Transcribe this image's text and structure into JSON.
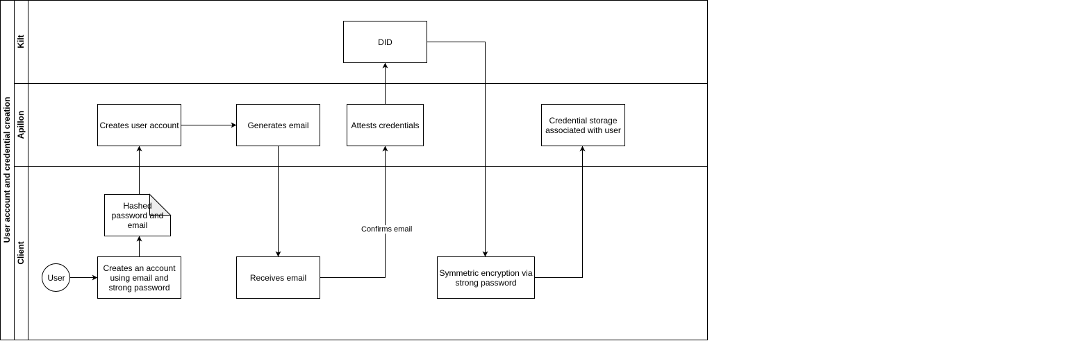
{
  "pool": {
    "title": "User account and credential creation"
  },
  "lanes": [
    {
      "id": "kilt",
      "title": "Kilt"
    },
    {
      "id": "apillon",
      "title": "Apillon"
    },
    {
      "id": "client",
      "title": "Client"
    }
  ],
  "nodes": {
    "did": {
      "label": "DID",
      "lane": "kilt",
      "shape": "rect"
    },
    "create_account": {
      "label": "Creates user account",
      "lane": "apillon",
      "shape": "rect"
    },
    "generate_email": {
      "label": "Generates email",
      "lane": "apillon",
      "shape": "rect"
    },
    "attest": {
      "label": "Attests credentials",
      "lane": "apillon",
      "shape": "rect"
    },
    "storage": {
      "label": "Credential storage associated with user",
      "lane": "apillon",
      "shape": "rect"
    },
    "user": {
      "label": "User",
      "lane": "client",
      "shape": "circle"
    },
    "client_create": {
      "label": "Creates an account using email and strong password",
      "lane": "client",
      "shape": "rect"
    },
    "hashed": {
      "label": "Hashed password and email",
      "lane": "client",
      "shape": "document"
    },
    "receive_email": {
      "label": "Receives email",
      "lane": "client",
      "shape": "rect"
    },
    "encrypt": {
      "label": "Symmetric encryption via strong password",
      "lane": "client",
      "shape": "rect"
    }
  },
  "edges": [
    {
      "from": "user",
      "to": "client_create",
      "label": ""
    },
    {
      "from": "client_create",
      "to": "hashed",
      "label": ""
    },
    {
      "from": "hashed",
      "to": "create_account",
      "label": ""
    },
    {
      "from": "create_account",
      "to": "generate_email",
      "label": ""
    },
    {
      "from": "generate_email",
      "to": "receive_email",
      "label": ""
    },
    {
      "from": "receive_email",
      "to": "attest",
      "label": "Confirms email"
    },
    {
      "from": "attest",
      "to": "did",
      "label": ""
    },
    {
      "from": "did",
      "to": "encrypt",
      "label": ""
    },
    {
      "from": "encrypt",
      "to": "storage",
      "label": ""
    }
  ],
  "colors": {
    "stroke": "#000000",
    "fill": "#ffffff",
    "page": "#ffffff"
  }
}
